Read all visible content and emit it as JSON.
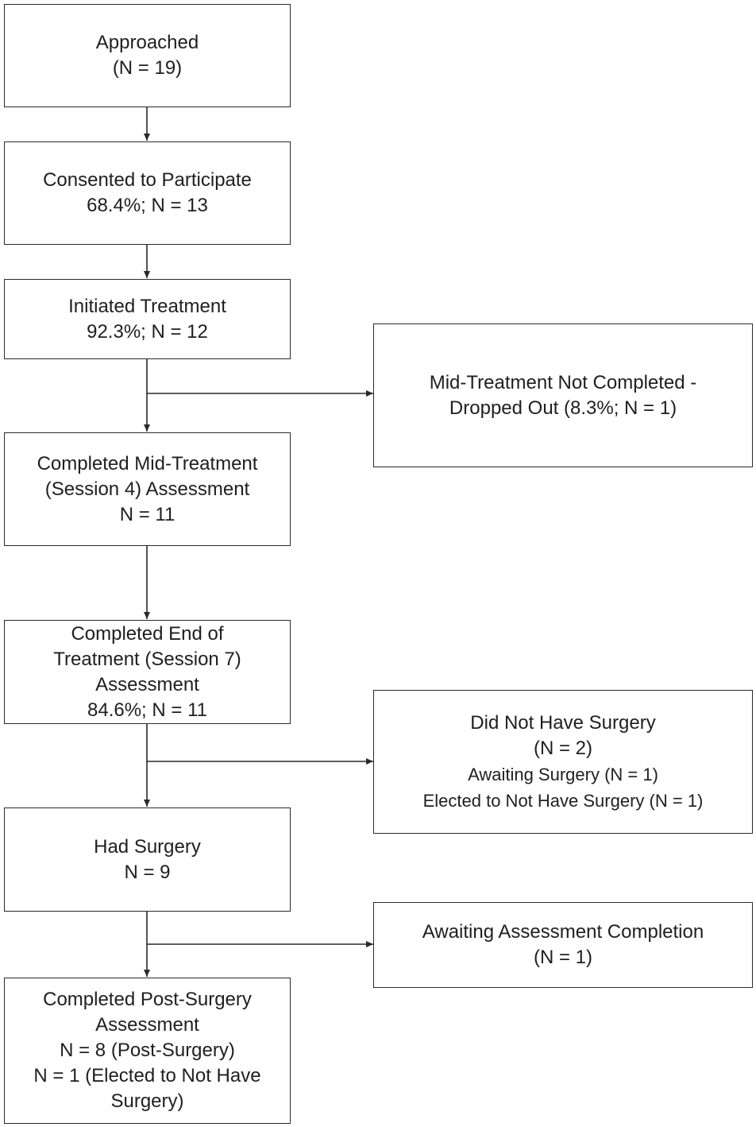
{
  "boxes": {
    "approached": {
      "lines": [
        "Approached",
        "(N = 19)"
      ]
    },
    "consented": {
      "lines": [
        "Consented to Participate",
        "68.4%; N = 13"
      ]
    },
    "initiated": {
      "lines": [
        "Initiated Treatment",
        "92.3%; N = 12"
      ]
    },
    "dropped_out": {
      "lines": [
        "Mid-Treatment Not Completed -",
        "Dropped Out (8.3%; N = 1)"
      ]
    },
    "mid_treatment": {
      "lines": [
        "Completed Mid-Treatment",
        "(Session 4) Assessment",
        "N = 11"
      ]
    },
    "end_treatment": {
      "lines": [
        "Completed End of",
        "Treatment (Session 7)",
        "Assessment",
        "84.6%; N = 11"
      ]
    },
    "no_surgery": {
      "lines": [
        "Did Not Have Surgery",
        "(N = 2)",
        "Awaiting Surgery (N = 1)",
        "Elected to Not Have Surgery (N = 1)"
      ]
    },
    "had_surgery": {
      "lines": [
        "Had Surgery",
        "N = 9"
      ]
    },
    "awaiting_assessment": {
      "lines": [
        "Awaiting Assessment Completion",
        "(N = 1)"
      ]
    },
    "post_surgery": {
      "lines": [
        "Completed Post-Surgery",
        "Assessment",
        "N = 8 (Post-Surgery)",
        "N = 1 (Elected to Not Have",
        "Surgery)"
      ]
    }
  },
  "colors": {
    "border": "#2a2a2a",
    "text": "#1f1f1f",
    "background": "#ffffff"
  }
}
